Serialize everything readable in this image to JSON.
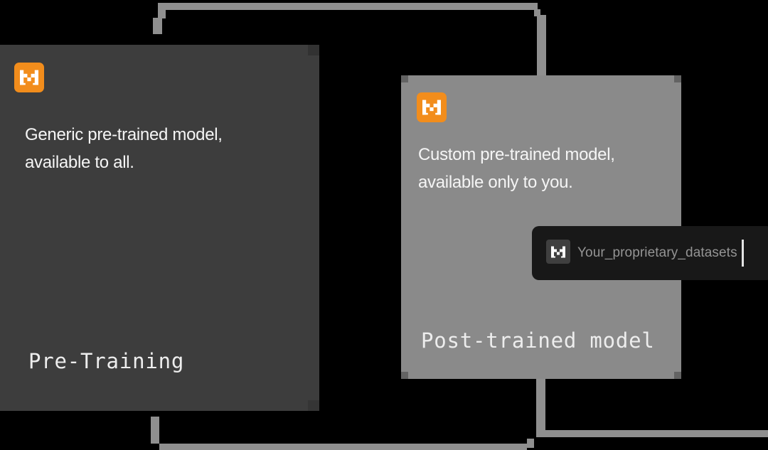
{
  "diagram": {
    "background_color": "#000000",
    "connector_color": "#8F8F8F",
    "accent_orange": "#F28D1C",
    "dark_card_color": "#3D3D3D",
    "gray_card_color": "#8A8A8A",
    "chip_color": "#181818"
  },
  "pretraining_card": {
    "logo_icon": "mistral-logo-icon",
    "description": [
      "Generic pre-trained model,",
      "available to all."
    ],
    "label": "Pre-Training"
  },
  "posttrained_card": {
    "logo_icon": "mistral-logo-icon",
    "description": [
      "Custom pre-trained model,",
      "available only to you."
    ],
    "label": "Post-trained model"
  },
  "dataset_chip": {
    "icon": "mistral-logo-icon",
    "text": "Your_proprietary_datasets",
    "cursor": "text-cursor"
  }
}
